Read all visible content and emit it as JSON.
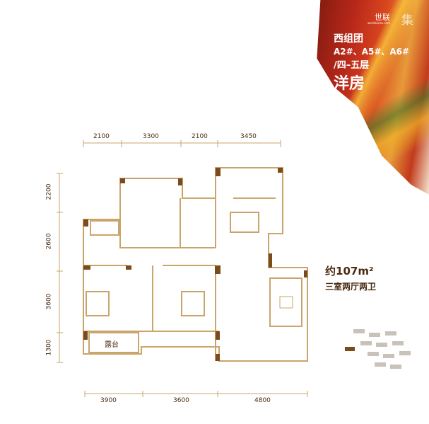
{
  "brand": {
    "logo": "世联",
    "logo_sub": "worldunion.com",
    "series": "集"
  },
  "title": {
    "group": "西组团",
    "buildings": "A2#、A5#、A6#",
    "floors": "/四–五层",
    "type": "洋房"
  },
  "area": {
    "prefix": "约",
    "value": "107",
    "unit": "m²",
    "layout": "三室两厅两卫"
  },
  "dims": {
    "top": [
      "2100",
      "3300",
      "2100",
      "3450"
    ],
    "bottom": [
      "3900",
      "3600",
      "4800"
    ],
    "left": [
      "2200",
      "2600",
      "3600",
      "1300"
    ]
  },
  "rooms": {
    "terrace": "露台"
  },
  "colors": {
    "line": "#c9a56c",
    "wall": "#7b4b1c"
  }
}
